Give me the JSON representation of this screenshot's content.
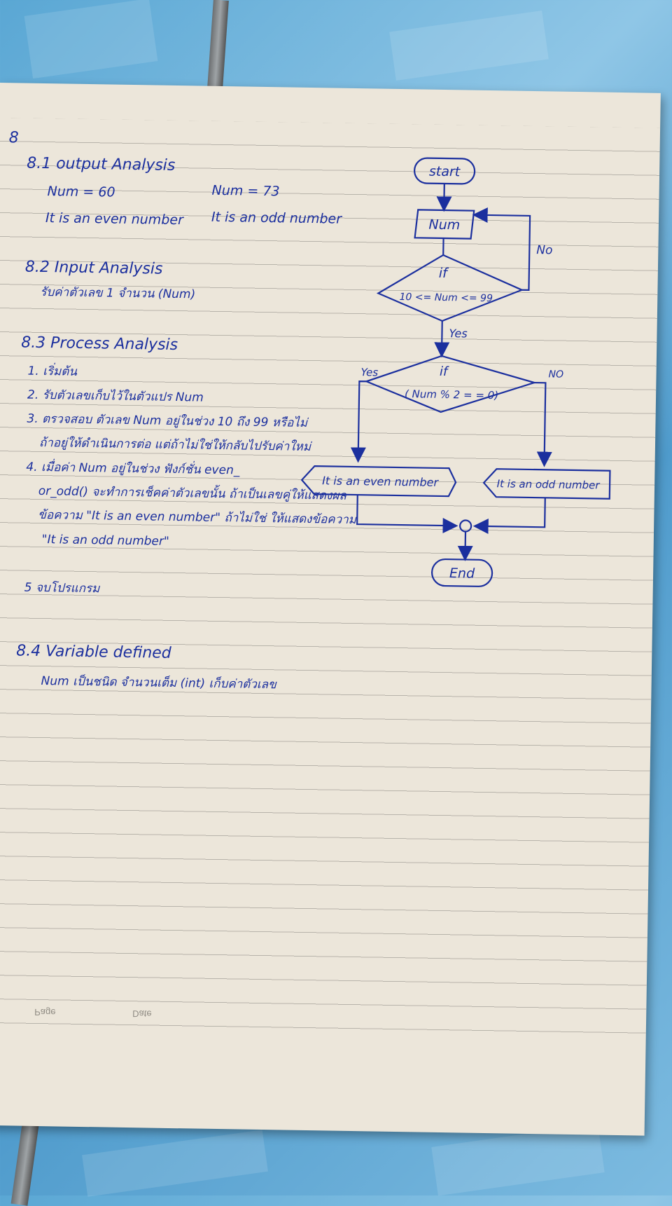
{
  "page_number": "8",
  "sec1": {
    "title": "8.1 output  Analysis",
    "left_input": "Num = 60",
    "left_output": "It is an even number",
    "right_input": "Num = 73",
    "right_output": "It is an odd number"
  },
  "sec2": {
    "title": "8.2 Input  Analysis",
    "text": "รับค่าตัวเลข 1 จำนวน (Num)"
  },
  "sec3": {
    "title": "8.3 Process  Analysis",
    "steps": [
      "1. เริ่มต้น",
      "2. รับตัวเลขเก็บไว้ในตัวแปร Num",
      "3. ตรวจสอบ ตัวเลข Num อยู่ในช่วง 10 ถึง 99 หรือไม่",
      "ถ้าอยู่ให้ดำเนินการต่อ แต่ถ้าไม่ใช่ให้กลับไปรับค่าใหม่",
      "4. เมื่อค่า Num อยู่ในช่วง ฟังก์ชั่น even_",
      "or_odd() จะทำการเช็คค่าตัวเลขนั้น ถ้าเป็นเลขคู่ให้แสดงผล",
      "ข้อความ \"It is an even number\" ถ้าไม่ใช่ ให้แสดงข้อความ",
      "\"It is an odd number\"",
      "5 จบโปรแกรม"
    ]
  },
  "sec4": {
    "title": "8.4  Variable  defined",
    "text": "Num เป็นชนิด จำนวนเต็ม (int) เก็บค่าตัวเลข"
  },
  "flowchart": {
    "start": "start",
    "input": "Num",
    "if1_label": "if",
    "if1_cond": "10 <= Num <= 99",
    "no1": "No",
    "yes1": "Yes",
    "if2_label": "if",
    "if2_cond": "( Num % 2 = = 0)",
    "yes2": "Yes",
    "no2": "NO",
    "even_out": "It is an even number",
    "odd_out": "It is an odd number",
    "end": "End",
    "ink_color": "#1b2f9e"
  },
  "footer": {
    "date_label": "Date",
    "page_label": "Page"
  }
}
